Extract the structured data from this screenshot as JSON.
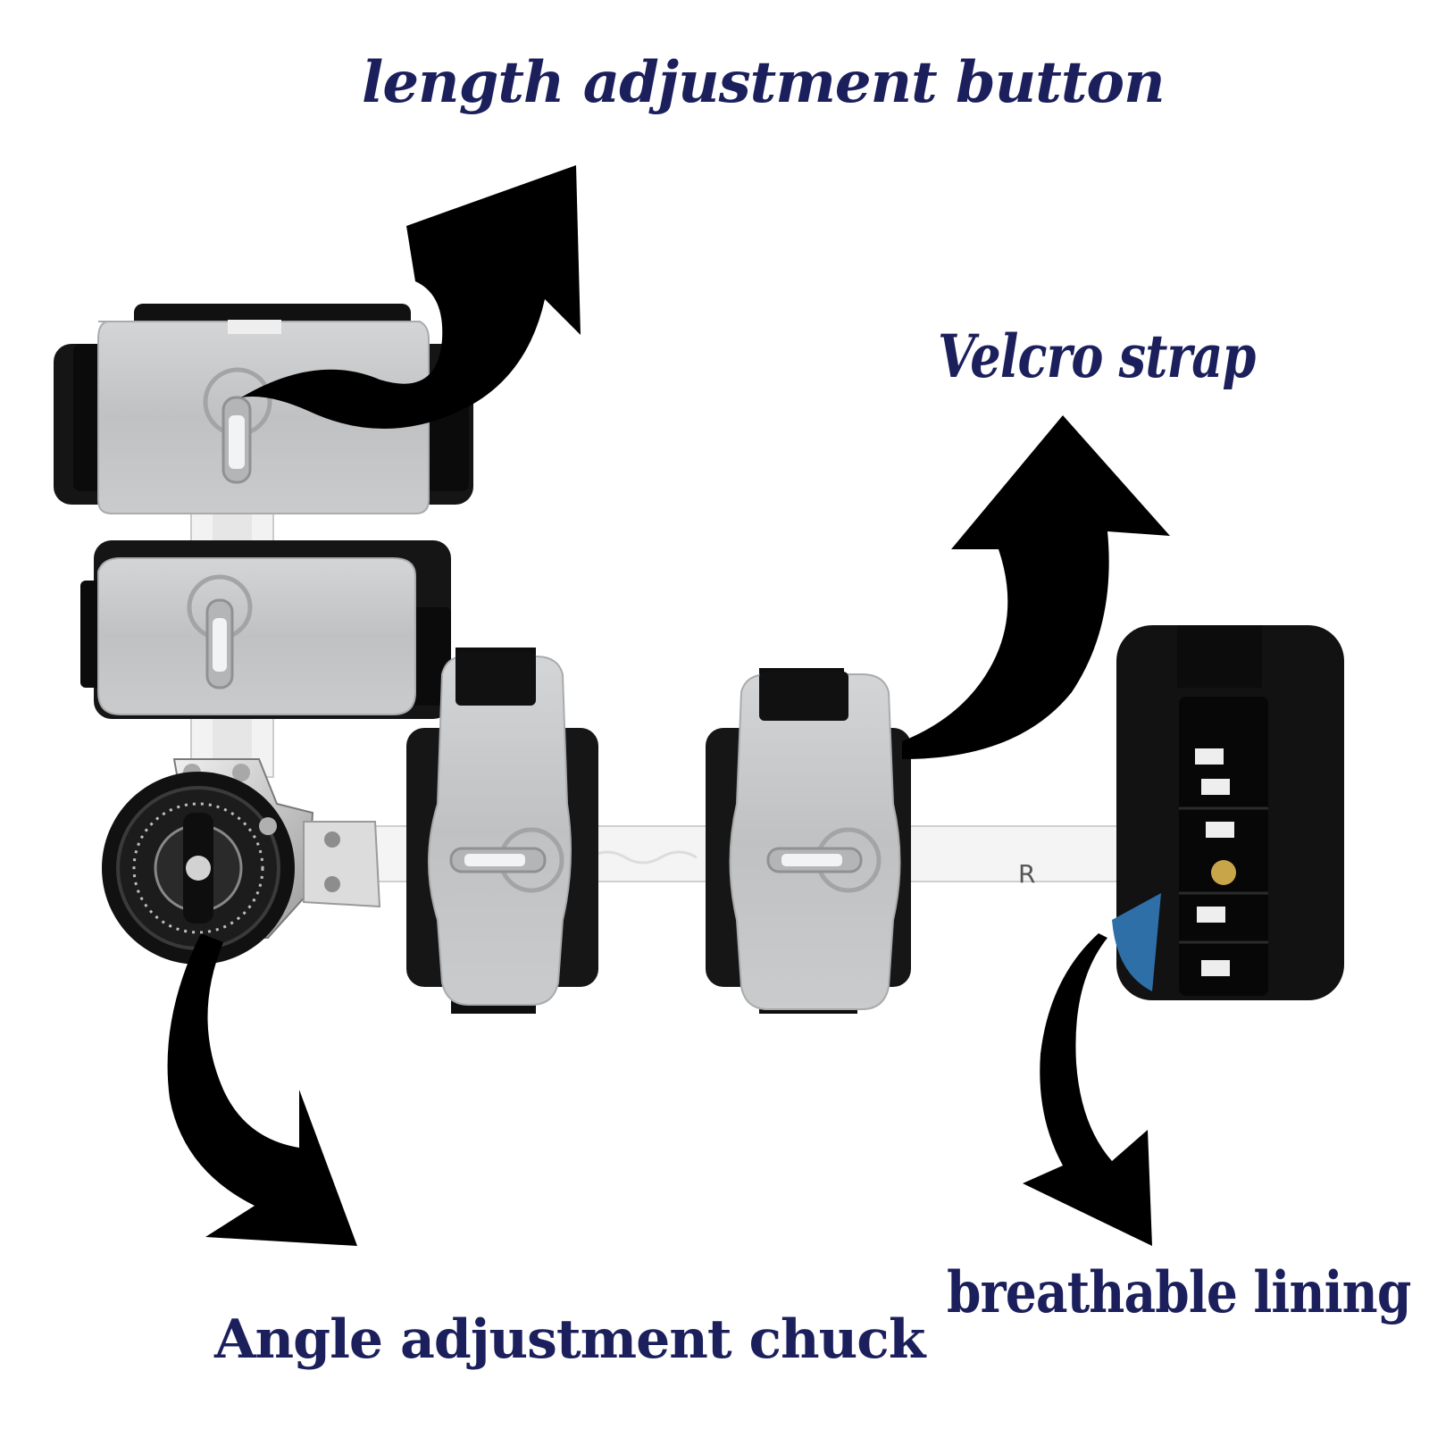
{
  "labels": {
    "length_adjustment": "length adjustment button",
    "velcro_strap": "Velcro strap",
    "angle_adjustment": "Angle adjustment chuck",
    "breathable_lining": "breathable lining"
  },
  "colors": {
    "label_text": "#1b1f5c",
    "arrow": "#000000",
    "shell_gray": "#c4c6c8",
    "strap_black": "#111111",
    "bar_white": "#f4f4f4"
  },
  "icons": {
    "arrow_length": "curved-arrow-up-right",
    "arrow_velcro": "curved-arrow-up",
    "arrow_angle": "curved-arrow-down-right",
    "arrow_lining": "curved-arrow-down-left"
  },
  "device_marking": "R"
}
